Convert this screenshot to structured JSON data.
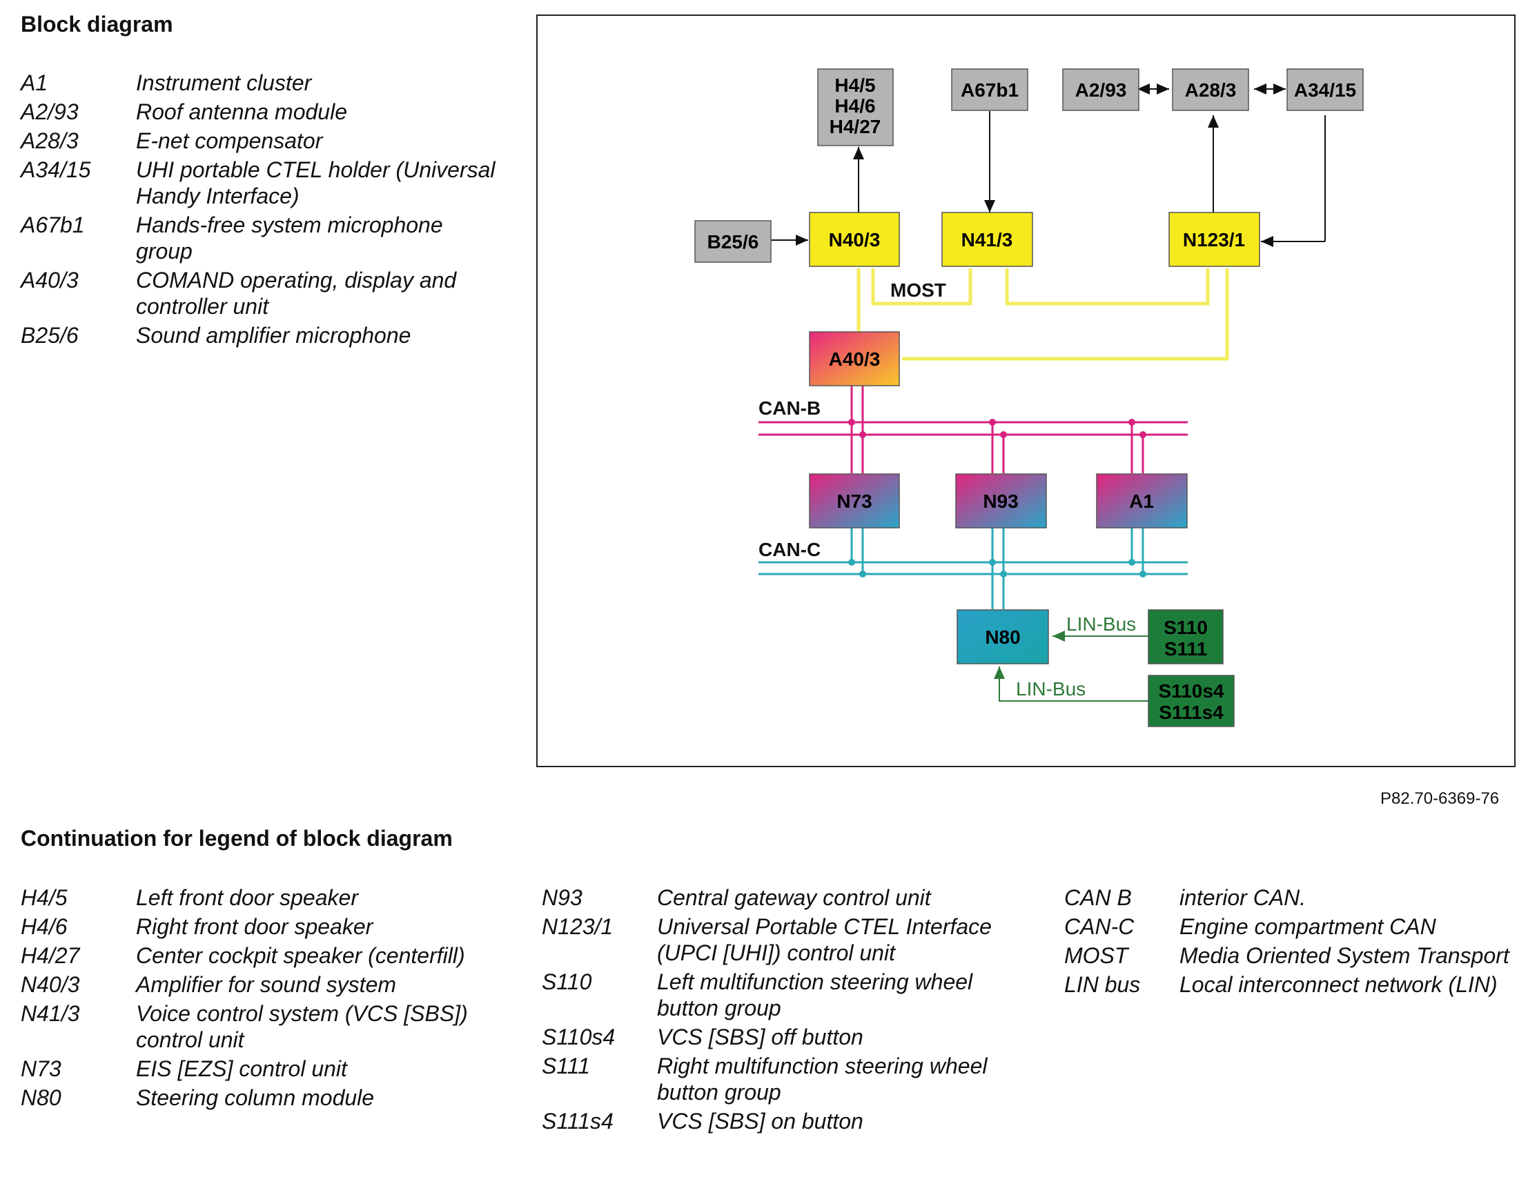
{
  "title": "Block diagram",
  "legend_top": [
    {
      "code": "A1",
      "desc": "Instrument cluster"
    },
    {
      "code": "A2/93",
      "desc": "Roof antenna module"
    },
    {
      "code": "A28/3",
      "desc": "E-net compensator"
    },
    {
      "code": "A34/15",
      "desc": "UHI portable CTEL holder (Universal Handy Interface)"
    },
    {
      "code": "A67b1",
      "desc": "Hands-free system microphone group"
    },
    {
      "code": "A40/3",
      "desc": "COMAND operating, display and controller unit"
    },
    {
      "code": "B25/6",
      "desc": "Sound amplifier microphone"
    }
  ],
  "figure_ref": "P82.70-6369-76",
  "continuation_title": "Continuation for legend of block diagram",
  "legend_col1": [
    {
      "code": "H4/5",
      "desc": "Left front door speaker"
    },
    {
      "code": "H4/6",
      "desc": "Right front door speaker"
    },
    {
      "code": "H4/27",
      "desc": "Center cockpit speaker (centerfill)"
    },
    {
      "code": "N40/3",
      "desc": "Amplifier for sound system"
    },
    {
      "code": "N41/3",
      "desc": "Voice control system (VCS [SBS]) control unit"
    },
    {
      "code": "N73",
      "desc": "EIS [EZS] control unit"
    },
    {
      "code": "N80",
      "desc": "Steering column module"
    }
  ],
  "legend_col2": [
    {
      "code": "N93",
      "desc": "Central gateway control unit"
    },
    {
      "code": "N123/1",
      "desc": "Universal Portable CTEL Interface (UPCI [UHI]) control unit"
    },
    {
      "code": "S110",
      "desc": "Left multifunction steering wheel button group"
    },
    {
      "code": "S110s4",
      "desc": "VCS [SBS] off button"
    },
    {
      "code": "S111",
      "desc": "Right multifunction steering wheel button group"
    },
    {
      "code": "S111s4",
      "desc": "VCS [SBS] on button"
    }
  ],
  "legend_col3": [
    {
      "code": "CAN B",
      "desc": "interior CAN."
    },
    {
      "code": "CAN-C",
      "desc": "Engine compartment CAN"
    },
    {
      "code": "MOST",
      "desc": "Media Oriented System Transport"
    },
    {
      "code": "LIN bus",
      "desc": "Local interconnect network (LIN)"
    }
  ],
  "diagram": {
    "blocks": {
      "h4": [
        "H4/5",
        "H4/6",
        "H4/27"
      ],
      "a67b1": "A67b1",
      "a293": "A2/93",
      "a283": "A28/3",
      "a3415": "A34/15",
      "b256": "B25/6",
      "n403": "N40/3",
      "n413": "N41/3",
      "n1231": "N123/1",
      "a403": "A40/3",
      "n73": "N73",
      "n93": "N93",
      "a1": "A1",
      "n80": "N80",
      "s110_s111": [
        "S110",
        "S111"
      ],
      "s110s4_s111s4": [
        "S110s4",
        "S111s4"
      ]
    },
    "labels": {
      "most": "MOST",
      "can_b": "CAN-B",
      "can_c": "CAN-C",
      "lin_bus_1": "LIN-Bus",
      "lin_bus_2": "LIN-Bus"
    },
    "colors": {
      "grey_block": "#b4b4b4",
      "yellow_block": "#f7ea1c",
      "most_line": "#f3ec5c",
      "can_b_line": "#d9207e",
      "can_c_line": "#2aa9b7",
      "lin_line": "#2f7a3a",
      "green_block": "#1e7c3a"
    }
  }
}
